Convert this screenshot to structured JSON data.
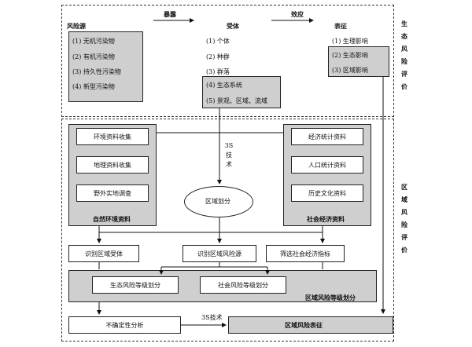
{
  "top": {
    "header_source": "风险源",
    "arrow_exposure": "暴露",
    "header_receptor": "受体",
    "arrow_effect": "效应",
    "header_characterization": "表征",
    "sources": [
      "(1) 无机污染物",
      "(2) 有机污染物",
      "(3) 持久性污染物",
      "(4) 新型污染物"
    ],
    "receptors_plain": [
      "(1) 个体",
      "(2) 种群",
      "(3) 群落"
    ],
    "receptors_gray": [
      "(4) 生态系统",
      "(5) 景观、区域、流域"
    ],
    "characterization_plain": "(1) 生理影响",
    "characterization_gray": [
      "(2) 生态影响",
      "(3) 区域影响"
    ],
    "side_label": "生态风险评价"
  },
  "bottom": {
    "side_label": "区域风险评价",
    "natural_group_label": "自然环境资料",
    "natural_items": [
      "环境资料收集",
      "地理资料收集",
      "野外实地调查"
    ],
    "social_group_label": "社会经济资料",
    "social_items": [
      "经济统计资料",
      "人口统计资料",
      "历史文化资料"
    ],
    "tech_3s_vertical": "3S技术",
    "ellipse_label": "区域划分",
    "identify_receptor": "识别区域受体",
    "identify_risk_source": "识别区域风险源",
    "filter_indicators": "筛选社会经济指标",
    "eco_level": "生态风险等级划分",
    "social_level": "社会风险等级划分",
    "region_level": "区域风险等级划分",
    "uncertainty": "不确定性分析",
    "tech_3s_inline": "3S技术",
    "characterization": "区域风险表征"
  }
}
